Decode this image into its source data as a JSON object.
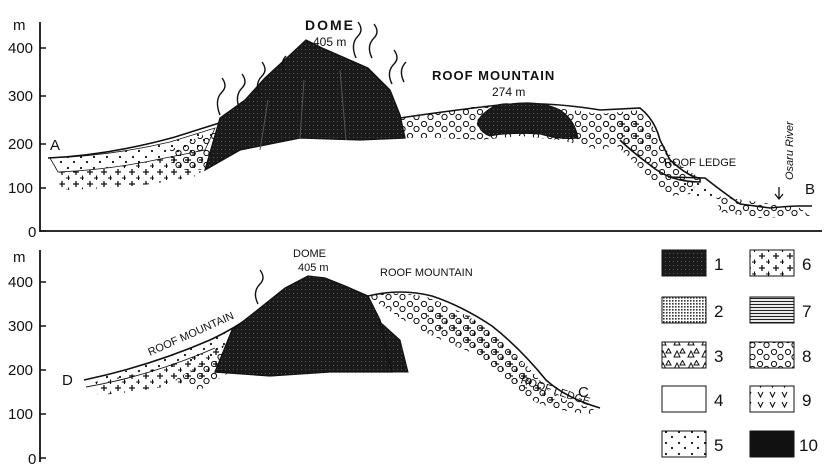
{
  "profile_top": {
    "y_unit": "m",
    "y_ticks": [
      "400",
      "300",
      "200",
      "100",
      "0"
    ],
    "dome_label": "DOME",
    "dome_height": "405 m",
    "roof_mountain_label": "ROOF MOUNTAIN",
    "roof_mountain_height": "274 m",
    "roof_ledge_label": "ROOF LEDGE",
    "river_label": "Osaru River",
    "end_left": "A",
    "end_right": "B"
  },
  "profile_bottom": {
    "y_unit": "m",
    "y_ticks": [
      "400",
      "300",
      "200",
      "100",
      "0"
    ],
    "dome_label": "DOME",
    "dome_height": "405 m",
    "roof_mountain_left_label": "ROOF MOUNTAIN",
    "roof_mountain_right_label": "ROOF MOUNTAIN",
    "roof_ledge_label": "ROOF LEDGE",
    "end_left": "D",
    "end_right": "C"
  },
  "legend": [
    "1",
    "2",
    "3",
    "4",
    "5",
    "6",
    "7",
    "8",
    "9",
    "10"
  ]
}
